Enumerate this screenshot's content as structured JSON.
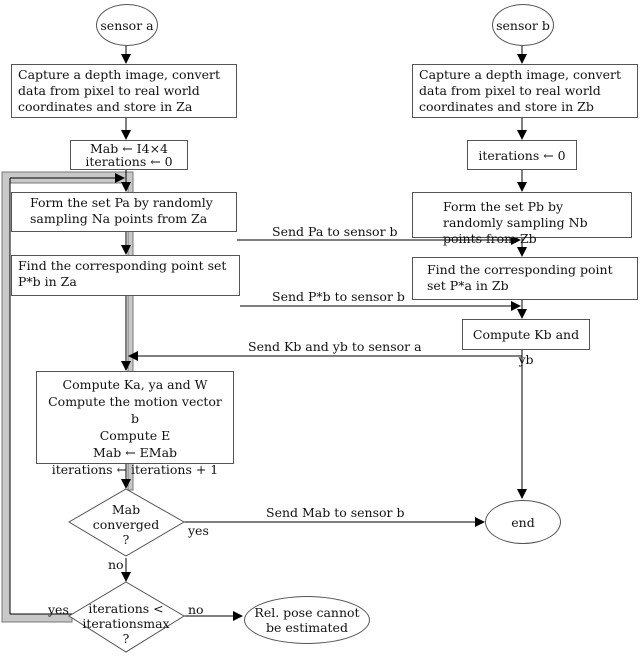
{
  "sensor_a": "sensor a",
  "sensor_b": "sensor b",
  "capture_a": "Capture a depth image, convert data from pixel to real world coordinates and store in Za",
  "capture_b": "Capture a depth image, convert data from pixel to real world coordinates and store in Zb",
  "init_a_line1": "Mab ← I4×4",
  "init_a_line2": "iterations ← 0",
  "init_b": "iterations ← 0",
  "form_a": "Form the set Pa by randomly sampling Na points from Za",
  "form_b": "Form the set Pb by randomly sampling Nb points from Zb",
  "send_pa": "Send Pa to sensor b",
  "find_a": "Find the corresponding point set P*b in Za",
  "find_b": "Find the corresponding point set P*a in Zb",
  "send_pb": "Send P*b to sensor b",
  "compute_b": "Compute Kb and yb",
  "send_kb": "Send Kb and yb to sensor a",
  "compute_a_1": "Compute Ka, ya and W",
  "compute_a_2": "Compute the motion vector b",
  "compute_a_3": "Compute E",
  "compute_a_4": "Mab ← EMab",
  "compute_a_5": "iterations ← iterations + 1",
  "diamond1_1": "Mab",
  "diamond1_2": "converged",
  "diamond1_3": "?",
  "yes1": "yes",
  "send_mab": "Send Mab to sensor b",
  "end": "end",
  "no1": "no",
  "diamond2_1": "iterations <",
  "diamond2_2": "iterationsmax",
  "diamond2_3": "?",
  "yes2": "yes",
  "no2": "no",
  "fail_1": "Rel. pose cannot",
  "fail_2": "be estimated"
}
